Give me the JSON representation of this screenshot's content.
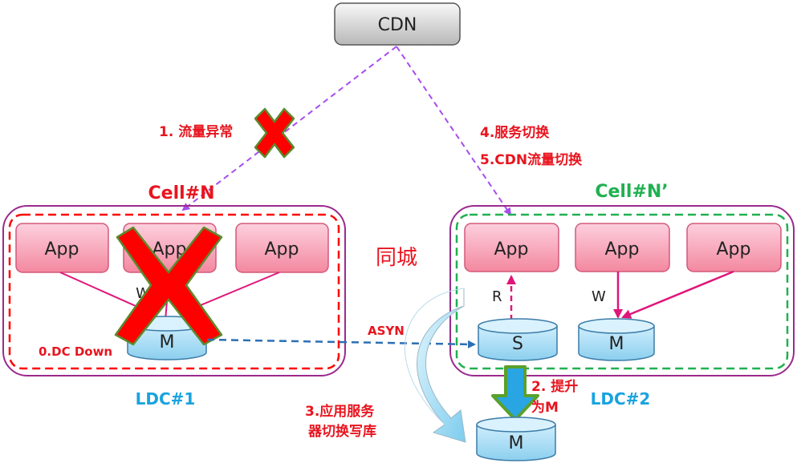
{
  "cdn": {
    "label": "CDN"
  },
  "left": {
    "cell_title": "Cell#N",
    "ldc_label": "LDC#1",
    "apps": [
      "App",
      "App",
      "App"
    ],
    "db_label": "M",
    "write_label": "W",
    "dc_down_label": "0.DC Down"
  },
  "right": {
    "cell_title": "Cell#N’",
    "ldc_label": "LDC#2",
    "apps": [
      "App",
      "App",
      "App"
    ],
    "slave_db_label": "S",
    "master_db_label": "M",
    "read_label": "R",
    "write_label": "W",
    "promoted_db_label": "M"
  },
  "center_label": "同城",
  "async_label": "ASYN",
  "steps": {
    "traffic_anomaly": "1. 流量异常",
    "promote_line1": "2. 提升",
    "promote_line2": "为M",
    "app_switch_line1": "3.应用服务",
    "app_switch_line2": "器切换写库",
    "service_switch": "4.服务切换",
    "cdn_switch": "5.CDN流量切换"
  },
  "colors": {
    "red": "#ff0000",
    "dark_red": "#e8141e",
    "green_title": "#20b050",
    "cyan_label": "#1aa3e0",
    "purple_arrow": "#a64df0",
    "magenta": "#e0157a",
    "cell_border": "#9b2a8e",
    "blue_dash": "#2b6fb5"
  }
}
